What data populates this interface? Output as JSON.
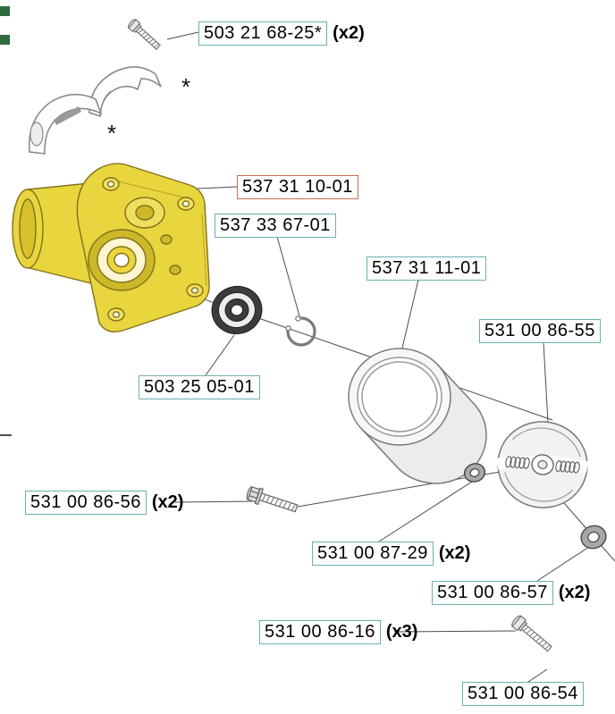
{
  "diagram": {
    "type": "exploded-parts-diagram",
    "colors": {
      "label_border_teal": "#6cb0b0",
      "label_border_orange": "#c96f50",
      "part_fill_yellow": "#e9d53e",
      "edge_marker_green": "#2f6b3f",
      "line_gray": "#4d4d4d"
    },
    "labels": [
      {
        "number": "503 21 68-25*",
        "qty": "(x2)"
      },
      {
        "number": "537 31 10-01",
        "qty": ""
      },
      {
        "number": "537 33 67-01",
        "qty": ""
      },
      {
        "number": "537 31 11-01",
        "qty": ""
      },
      {
        "number": "531 00 86-55",
        "qty": ""
      },
      {
        "number": "503 25 05-01",
        "qty": ""
      },
      {
        "number": "531 00 86-56",
        "qty": "(x2)"
      },
      {
        "number": "531 00 87-29",
        "qty": "(x2)"
      },
      {
        "number": "531 00 86-57",
        "qty": "(x2)"
      },
      {
        "number": "531 00 86-16",
        "qty": "(x3)"
      },
      {
        "number": "531 00 86-54",
        "qty": ""
      }
    ],
    "annotations": [
      {
        "text": "*"
      },
      {
        "text": "*"
      }
    ],
    "parts": [
      "mounting-screw",
      "clamp-bracket-upper",
      "clamp-bracket-lower",
      "crankcase-housing",
      "ball-bearing",
      "retaining-ring",
      "clutch-drum",
      "clutch-assembly",
      "hex-bolt",
      "washer-small",
      "washer-large",
      "screw-bottom"
    ]
  }
}
